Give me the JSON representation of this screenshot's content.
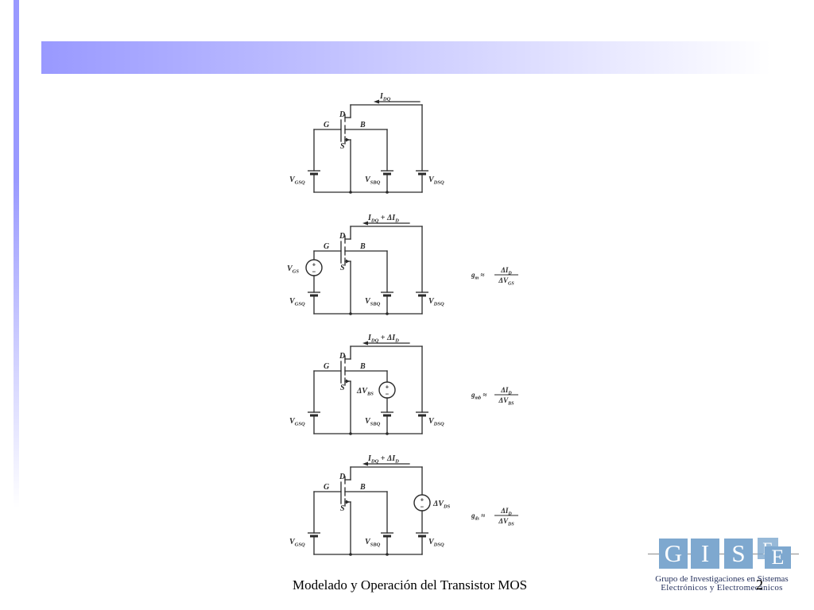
{
  "slide": {
    "accent_color": "#9999ff",
    "footer_title": "Modelado y Operación del Transistor MOS",
    "page_number": "2"
  },
  "logo": {
    "letters": [
      "G",
      "I",
      "S",
      "E",
      "E"
    ],
    "line1": "Grupo de Investigaciones en Sistemas",
    "line2": "Electrónicos y Electromecánicos",
    "box_color": "#7ea8cf",
    "text_color": "#26325e"
  },
  "circuits": [
    {
      "current": [
        {
          "t": "I"
        },
        {
          "t": "DQ",
          "sub": true
        }
      ],
      "terminals": {
        "drain": "D",
        "gate": "G",
        "body": "B",
        "source": "S"
      },
      "gate_branch": {
        "battery": [
          {
            "t": "V"
          },
          {
            "t": "GSQ",
            "sub": true
          }
        ]
      },
      "body_branch": {
        "battery": [
          {
            "t": "V"
          },
          {
            "t": "SBQ",
            "sub": true
          }
        ]
      },
      "drain_branch": {
        "battery": [
          {
            "t": "V"
          },
          {
            "t": "DSQ",
            "sub": true
          }
        ]
      }
    },
    {
      "current": [
        {
          "t": "I"
        },
        {
          "t": "DQ",
          "sub": true
        },
        {
          "t": " + ΔI"
        },
        {
          "t": "D",
          "sub": true
        }
      ],
      "terminals": {
        "drain": "D",
        "gate": "G",
        "body": "B",
        "source": "S"
      },
      "gate_branch": {
        "battery": [
          {
            "t": "V"
          },
          {
            "t": "GSQ",
            "sub": true
          }
        ],
        "source": {
          "label": [
            {
              "t": "V"
            },
            {
              "t": "GS",
              "sub": true
            }
          ],
          "signs": [
            "+",
            "−"
          ]
        }
      },
      "body_branch": {
        "battery": [
          {
            "t": "V"
          },
          {
            "t": "SBQ",
            "sub": true
          }
        ]
      },
      "drain_branch": {
        "battery": [
          {
            "t": "V"
          },
          {
            "t": "DSQ",
            "sub": true
          }
        ]
      },
      "equation": {
        "lhs": [
          {
            "t": "g"
          },
          {
            "t": "m",
            "sub": true
          },
          {
            "t": " ≈"
          }
        ],
        "numerator": [
          {
            "t": "ΔI"
          },
          {
            "t": "D",
            "sub": true
          }
        ],
        "denominator": [
          {
            "t": "ΔV"
          },
          {
            "t": "GS",
            "sub": true
          }
        ]
      }
    },
    {
      "current": [
        {
          "t": "I"
        },
        {
          "t": "DQ",
          "sub": true
        },
        {
          "t": " + ΔI"
        },
        {
          "t": "D",
          "sub": true
        }
      ],
      "terminals": {
        "drain": "D",
        "gate": "G",
        "body": "B",
        "source": "S"
      },
      "gate_branch": {
        "battery": [
          {
            "t": "V"
          },
          {
            "t": "GSQ",
            "sub": true
          }
        ]
      },
      "body_branch": {
        "battery": [
          {
            "t": "V"
          },
          {
            "t": "SBQ",
            "sub": true
          }
        ],
        "source": {
          "label": [
            {
              "t": "ΔV"
            },
            {
              "t": "BS",
              "sub": true
            }
          ],
          "signs": [
            "+",
            "−"
          ]
        }
      },
      "drain_branch": {
        "battery": [
          {
            "t": "V"
          },
          {
            "t": "DSQ",
            "sub": true
          }
        ]
      },
      "equation": {
        "lhs": [
          {
            "t": "g"
          },
          {
            "t": "mb",
            "sub": true
          },
          {
            "t": " ≈"
          }
        ],
        "numerator": [
          {
            "t": "ΔI"
          },
          {
            "t": "D",
            "sub": true
          }
        ],
        "denominator": [
          {
            "t": "ΔV"
          },
          {
            "t": "BS",
            "sub": true
          }
        ]
      }
    },
    {
      "current": [
        {
          "t": "I"
        },
        {
          "t": "DQ",
          "sub": true
        },
        {
          "t": " + ΔI"
        },
        {
          "t": "D",
          "sub": true
        }
      ],
      "terminals": {
        "drain": "D",
        "gate": "G",
        "body": "B",
        "source": "S"
      },
      "gate_branch": {
        "battery": [
          {
            "t": "V"
          },
          {
            "t": "GSQ",
            "sub": true
          }
        ]
      },
      "body_branch": {
        "battery": [
          {
            "t": "V"
          },
          {
            "t": "SBQ",
            "sub": true
          }
        ]
      },
      "drain_branch": {
        "battery": [
          {
            "t": "V"
          },
          {
            "t": "DSQ",
            "sub": true
          }
        ],
        "source": {
          "label": [
            {
              "t": "ΔV"
            },
            {
              "t": "DS",
              "sub": true
            }
          ],
          "signs": [
            "+",
            "−"
          ]
        }
      },
      "equation": {
        "lhs": [
          {
            "t": "g"
          },
          {
            "t": "ds",
            "sub": true
          },
          {
            "t": " ≈"
          }
        ],
        "numerator": [
          {
            "t": "ΔI"
          },
          {
            "t": "D",
            "sub": true
          }
        ],
        "denominator": [
          {
            "t": "ΔV"
          },
          {
            "t": "DS",
            "sub": true
          }
        ]
      }
    }
  ]
}
